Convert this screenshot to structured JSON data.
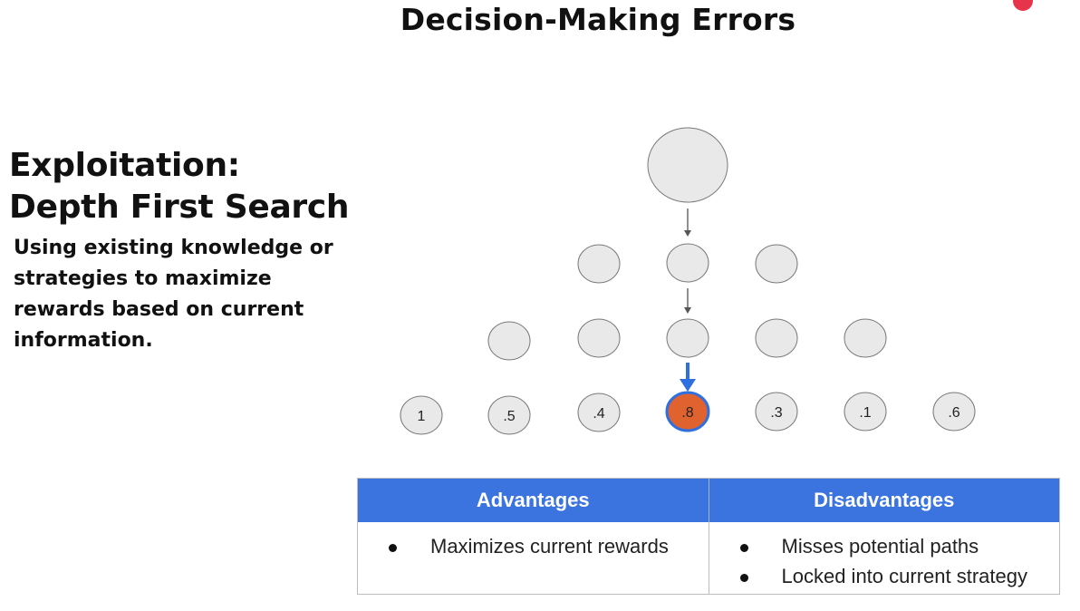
{
  "slide": {
    "title": "Decision-Making Errors",
    "heading_line1": "Exploitation:",
    "heading_line2": "Depth First Search",
    "description": "Using existing knowledge or strategies to maximize rewards based on current information."
  },
  "tree": {
    "levels": [
      {
        "nodes": [
          {
            "label": ""
          }
        ]
      },
      {
        "nodes": [
          {
            "label": ""
          },
          {
            "label": "",
            "on_path": true
          },
          {
            "label": ""
          }
        ]
      },
      {
        "nodes": [
          {
            "label": ""
          },
          {
            "label": ""
          },
          {
            "label": "",
            "on_path": true
          },
          {
            "label": ""
          },
          {
            "label": ""
          }
        ]
      },
      {
        "nodes": [
          {
            "label": "1"
          },
          {
            "label": ".5"
          },
          {
            "label": ".4"
          },
          {
            "label": ".8",
            "selected": true
          },
          {
            "label": ".3"
          },
          {
            "label": ".1"
          },
          {
            "label": ".6"
          }
        ]
      }
    ],
    "colors": {
      "node_fill": "#e9e9e9",
      "selected_fill": "#e0622e",
      "selected_ring": "#2f6fe0",
      "header_blue": "#3b73df"
    }
  },
  "table": {
    "headers": [
      "Advantages",
      "Disadvantages"
    ],
    "advantages": [
      "Maximizes current rewards"
    ],
    "disadvantages": [
      "Misses potential paths",
      "Locked into current strategy"
    ]
  }
}
